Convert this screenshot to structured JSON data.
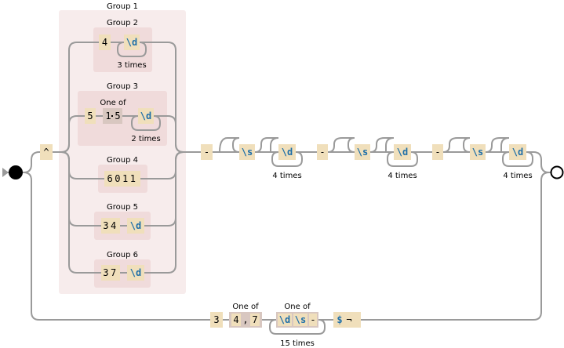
{
  "groups": {
    "group1": "Group 1",
    "group2": "Group 2",
    "group3": "Group 3",
    "group4": "Group 4",
    "group5": "Group 5",
    "group6": "Group 6"
  },
  "tokens": {
    "caret": "^",
    "g2_lit": "4",
    "digit": "\\d",
    "g3_lit": "5",
    "g3_range_a": "1",
    "g3_range_b": "5",
    "g4_lit": "6011",
    "g5_lit": "34",
    "g6_lit": "37",
    "dash": "-",
    "space": "\\s",
    "bottom_3": "3",
    "bottom_4": "4",
    "bottom_comma": ",",
    "bottom_7": "7",
    "bottom_d": "\\d",
    "bottom_s": "\\s",
    "bottom_dash": "-",
    "dollar": "$",
    "not_sign": "¬"
  },
  "labels": {
    "one_of": "One of",
    "times_3": "3 times",
    "times_2": "2 times",
    "times_4": "4 times",
    "times_15": "15 times"
  },
  "colors": {
    "wire": "#9a9a9a",
    "literal_box": "#f0dfbb",
    "class_box": "#d8c7c0",
    "group_outer": "#f7ecec",
    "group_inner": "#f0dbdb",
    "escape_text": "#1f6fa8"
  }
}
